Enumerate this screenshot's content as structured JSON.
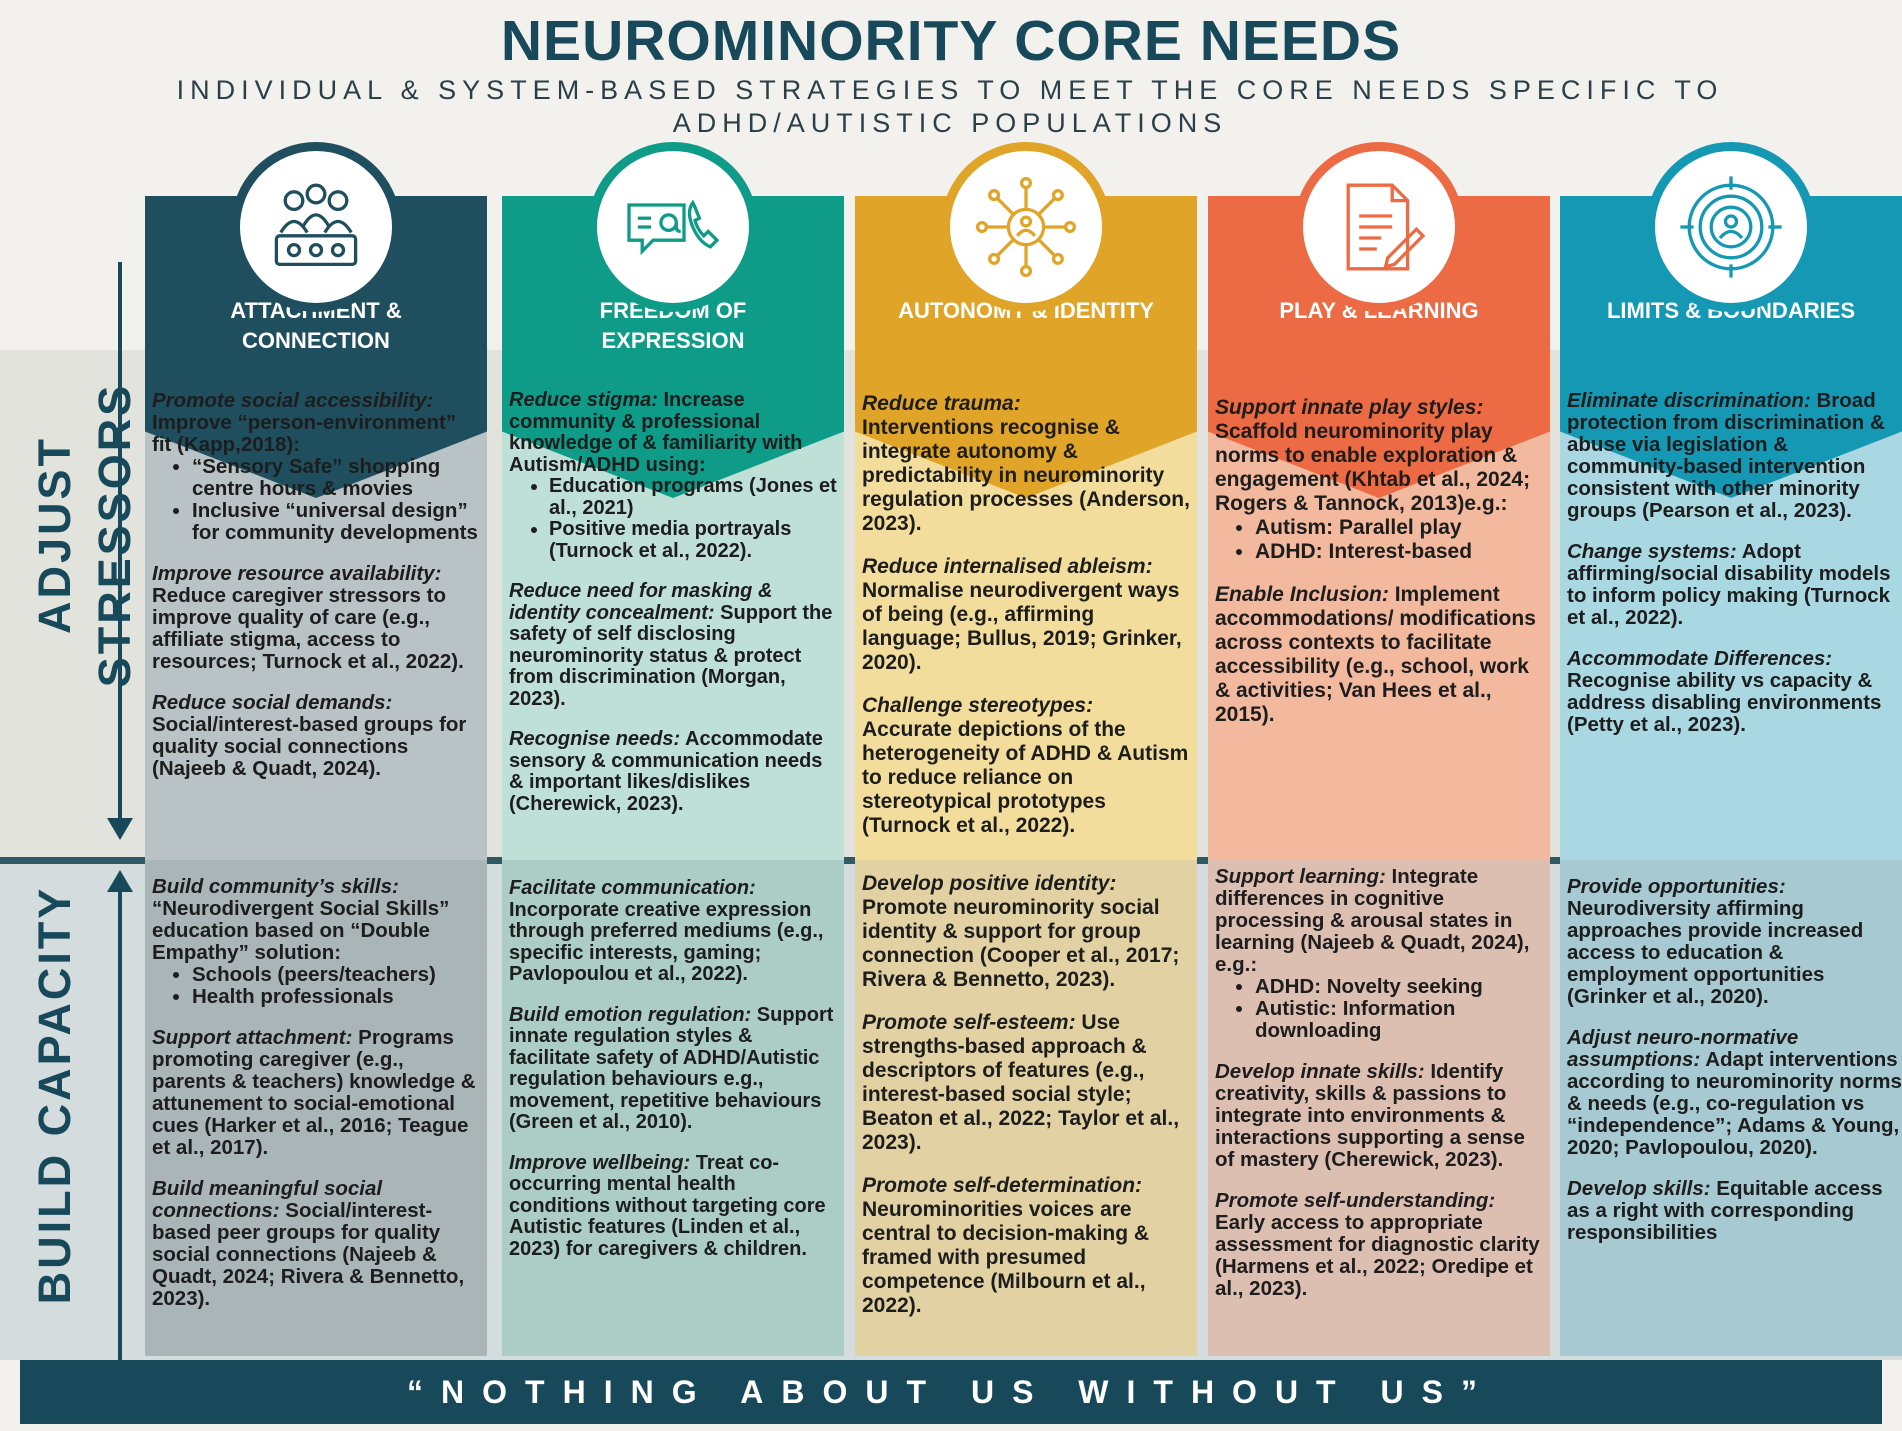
{
  "title": "NEUROMINORITY CORE NEEDS",
  "subtitle": "INDIVIDUAL & SYSTEM-BASED STRATEGIES TO MEET THE CORE NEEDS SPECIFIC TO ADHD/AUTISTIC POPULATIONS",
  "rows": {
    "stressors": "ADJUST STRESSORS",
    "capacity": "BUILD CAPACITY"
  },
  "footer": "“NOTHING ABOUT US WITHOUT US”",
  "colors": {
    "dark_teal": "#17495a",
    "attachment_header": "#1f4f5e",
    "expression_header": "#0e9b88",
    "autonomy_header": "#e0a428",
    "play_header": "#ec6a44",
    "limits_header": "#1598b4",
    "attachment_body": "#b9c2c4",
    "expression_body": "#bfe0d7",
    "autonomy_body": "#f3dd9c",
    "play_body": "#f2b99f",
    "limits_body": "#a9d8e2"
  },
  "columns": [
    {
      "label": "ATTACHMENT & CONNECTION",
      "icon": "people-group-icon",
      "stressors": [
        {
          "head": "Promote social accessibility:",
          "text": "Improve “person-environment” fit (Kapp,2018):",
          "bullets": [
            "“Sensory Safe” shopping centre hours & movies",
            "Inclusive “universal design” for community developments"
          ]
        },
        {
          "head": "Improve resource availability:",
          "text": "Reduce caregiver stressors to improve quality of care (e.g., affiliate stigma, access to resources; Turnock et al., 2022).",
          "bullets": []
        },
        {
          "head": "Reduce social demands:",
          "text": "Social/interest-based groups for quality social connections (Najeeb & Quadt, 2024).",
          "bullets": []
        }
      ],
      "capacity": [
        {
          "head": "Build community’s skills:",
          "text": "“Neurodivergent Social Skills” education based on “Double Empathy” solution:",
          "bullets": [
            "Schools (peers/teachers)",
            "Health professionals"
          ]
        },
        {
          "head": "Support attachment:",
          "text": "Programs promoting caregiver (e.g., parents & teachers) knowledge & attunement to social-emotional cues (Harker et al., 2016; Teague et al., 2017).",
          "bullets": []
        },
        {
          "head": "Build meaningful social connections:",
          "text": "Social/interest-based peer groups for quality social connections (Najeeb & Quadt, 2024; Rivera & Bennetto, 2023).",
          "bullets": []
        }
      ]
    },
    {
      "label": "FREEDOM OF EXPRESSION",
      "icon": "chat-at-phone-icon",
      "stressors": [
        {
          "head": "Reduce stigma:",
          "text": "Increase community & professional knowledge of & familiarity with Autism/ADHD using:",
          "bullets": [
            "Education programs (Jones et al., 2021)",
            "Positive media portrayals (Turnock et al., 2022)."
          ]
        },
        {
          "head": "Reduce need for masking & identity concealment:",
          "text": "Support the safety of self disclosing neurominority status & protect from discrimination (Morgan, 2023).",
          "bullets": []
        },
        {
          "head": "Recognise needs:",
          "text": "Accommodate sensory & communication needs & important likes/dislikes (Cherewick, 2023).",
          "bullets": []
        }
      ],
      "capacity": [
        {
          "head": "Facilitate communication:",
          "text": "Incorporate creative expression through preferred mediums (e.g., specific interests, gaming; Pavlopoulou et al., 2022).",
          "bullets": []
        },
        {
          "head": "Build emotion regulation:",
          "text": "Support innate regulation styles & facilitate safety of ADHD/Autistic regulation behaviours e.g., movement, repetitive behaviours (Green et al., 2010).",
          "bullets": []
        },
        {
          "head": "Improve wellbeing:",
          "text": "Treat co-occurring mental health conditions without targeting core Autistic features (Linden et al., 2023) for caregivers & children.",
          "bullets": []
        }
      ]
    },
    {
      "label": "AUTONOMY & IDENTITY",
      "icon": "network-person-icon",
      "stressors": [
        {
          "head": "Reduce trauma:",
          "text": "Interventions recognise & integrate autonomy & predictability in neurominority regulation processes (Anderson, 2023).",
          "bullets": []
        },
        {
          "head": "Reduce internalised ableism:",
          "text": "Normalise neurodivergent ways of being (e.g., affirming language; Bullus, 2019; Grinker, 2020).",
          "bullets": []
        },
        {
          "head": "Challenge stereotypes:",
          "text": "Accurate depictions of the heterogeneity of ADHD & Autism to reduce reliance on stereotypical prototypes (Turnock et al., 2022).",
          "bullets": []
        }
      ],
      "capacity": [
        {
          "head": "Develop positive identity:",
          "text": "Promote neurominority social identity & support for group connection (Cooper et al., 2017; Rivera & Bennetto, 2023).",
          "bullets": []
        },
        {
          "head": "Promote self-esteem:",
          "text": "Use strengths-based approach & descriptors of features (e.g., interest-based social style; Beaton et al., 2022; Taylor et al., 2023).",
          "bullets": []
        },
        {
          "head": "Promote self-determination:",
          "text": "Neurominorities voices are central to decision-making & framed with presumed competence (Milbourn et al., 2022).",
          "bullets": []
        }
      ]
    },
    {
      "label": "PLAY & LEARNING",
      "icon": "document-pen-icon",
      "stressors": [
        {
          "head": "Support innate play styles:",
          "text": "Scaffold neurominority play norms to enable exploration & engagement (Khtab et al., 2024; Rogers & Tannock, 2013)e.g.:",
          "bullets": [
            "Autism: Parallel play",
            "ADHD:  Interest-based"
          ]
        },
        {
          "head": "Enable Inclusion:",
          "text": "Implement accommodations/ modifications across contexts to facilitate accessibility (e.g., school, work & activities; Van Hees et al., 2015).",
          "bullets": []
        }
      ],
      "capacity": [
        {
          "head": "Support learning:",
          "text": "Integrate differences in cognitive processing & arousal states in learning (Najeeb & Quadt, 2024), e.g.:",
          "bullets": [
            "ADHD: Novelty seeking",
            "Autistic: Information downloading"
          ]
        },
        {
          "head": "Develop innate skills:",
          "text": "Identify creativity, skills & passions to integrate into environments & interactions supporting a sense of mastery (Cherewick, 2023).",
          "bullets": []
        },
        {
          "head": "Promote self-understanding:",
          "text": "Early access to appropriate assessment for diagnostic clarity (Harmens et al., 2022; Oredipe et al., 2023).",
          "bullets": []
        }
      ]
    },
    {
      "label": "LIMITS & BOUNDARIES",
      "icon": "target-person-icon",
      "stressors": [
        {
          "head": "Eliminate discrimination:",
          "text": "Broad protection from discrimination & abuse via legislation & community-based intervention consistent with other minority groups (Pearson et al., 2023).",
          "bullets": []
        },
        {
          "head": "Change systems:",
          "text": "Adopt affirming/social disability models to inform policy making (Turnock et al., 2022).",
          "bullets": []
        },
        {
          "head": "Accommodate Differences:",
          "text": "Recognise ability vs capacity & address disabling environments (Petty et al., 2023).",
          "bullets": []
        }
      ],
      "capacity": [
        {
          "head": "Provide opportunities:",
          "text": "Neurodiversity affirming approaches provide increased access to education & employment opportunities (Grinker et al., 2020).",
          "bullets": []
        },
        {
          "head": "Adjust neuro-normative assumptions:",
          "text": "Adapt interventions according to neurominority norms & needs (e.g., co-regulation vs “independence”; Adams & Young, 2020; Pavlopoulou, 2020).",
          "bullets": []
        },
        {
          "head": "Develop skills:",
          "text": "Equitable access as a right with corresponding responsibilities",
          "bullets": []
        }
      ]
    }
  ]
}
